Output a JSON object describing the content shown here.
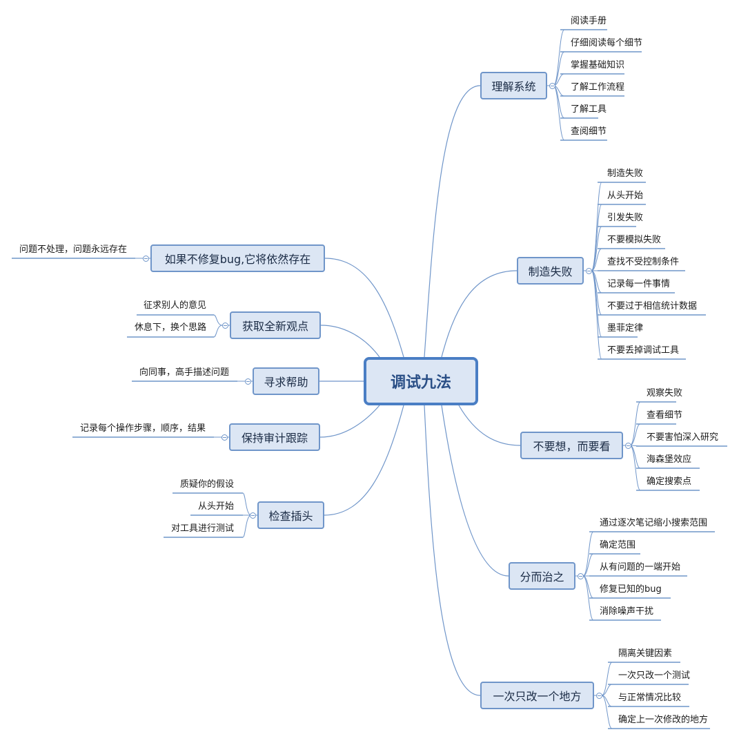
{
  "root": {
    "label": "调试九法"
  },
  "branches": [
    {
      "label": "理解系统",
      "leaves": [
        "阅读手册",
        "仔细阅读每个细节",
        "掌握基础知识",
        "了解工作流程",
        "了解工具",
        "查阅细节"
      ]
    },
    {
      "label": "制造失败",
      "leaves": [
        "制造失败",
        "从头开始",
        "引发失败",
        "不要模拟失败",
        "查找不受控制条件",
        "记录每一件事情",
        "不要过于相信统计数据",
        "墨菲定律",
        "不要丢掉调试工具"
      ]
    },
    {
      "label": "不要想，而要看",
      "leaves": [
        "观察失败",
        "查看细节",
        "不要害怕深入研究",
        "海森堡效应",
        "确定搜索点"
      ]
    },
    {
      "label": "分而治之",
      "leaves": [
        "通过逐次笔记缩小搜索范围",
        "确定范围",
        "从有问题的一端开始",
        "修复已知的bug",
        "消除噪声干扰"
      ]
    },
    {
      "label": "一次只改一个地方",
      "leaves": [
        "隔离关键因素",
        "一次只改一个测试",
        "与正常情况比较",
        "确定上一次修改的地方"
      ]
    },
    {
      "label": "如果不修复bug,它将依然存在",
      "leaves": [
        "问题不处理，问题永远存在"
      ]
    },
    {
      "label": "获取全新观点",
      "leaves": [
        "征求别人的意见",
        "休息下，换个思路"
      ]
    },
    {
      "label": "寻求帮助",
      "leaves": [
        "向同事，高手描述问题"
      ]
    },
    {
      "label": "保持审计跟踪",
      "leaves": [
        "记录每个操作步骤，顺序，结果"
      ]
    },
    {
      "label": "检查插头",
      "leaves": [
        "质疑你的假设",
        "从头开始",
        "对工具进行测试"
      ]
    }
  ],
  "colors": {
    "line": "#6f95c9",
    "node_fill": "#dce6f4",
    "root_text": "#2a4f86"
  }
}
